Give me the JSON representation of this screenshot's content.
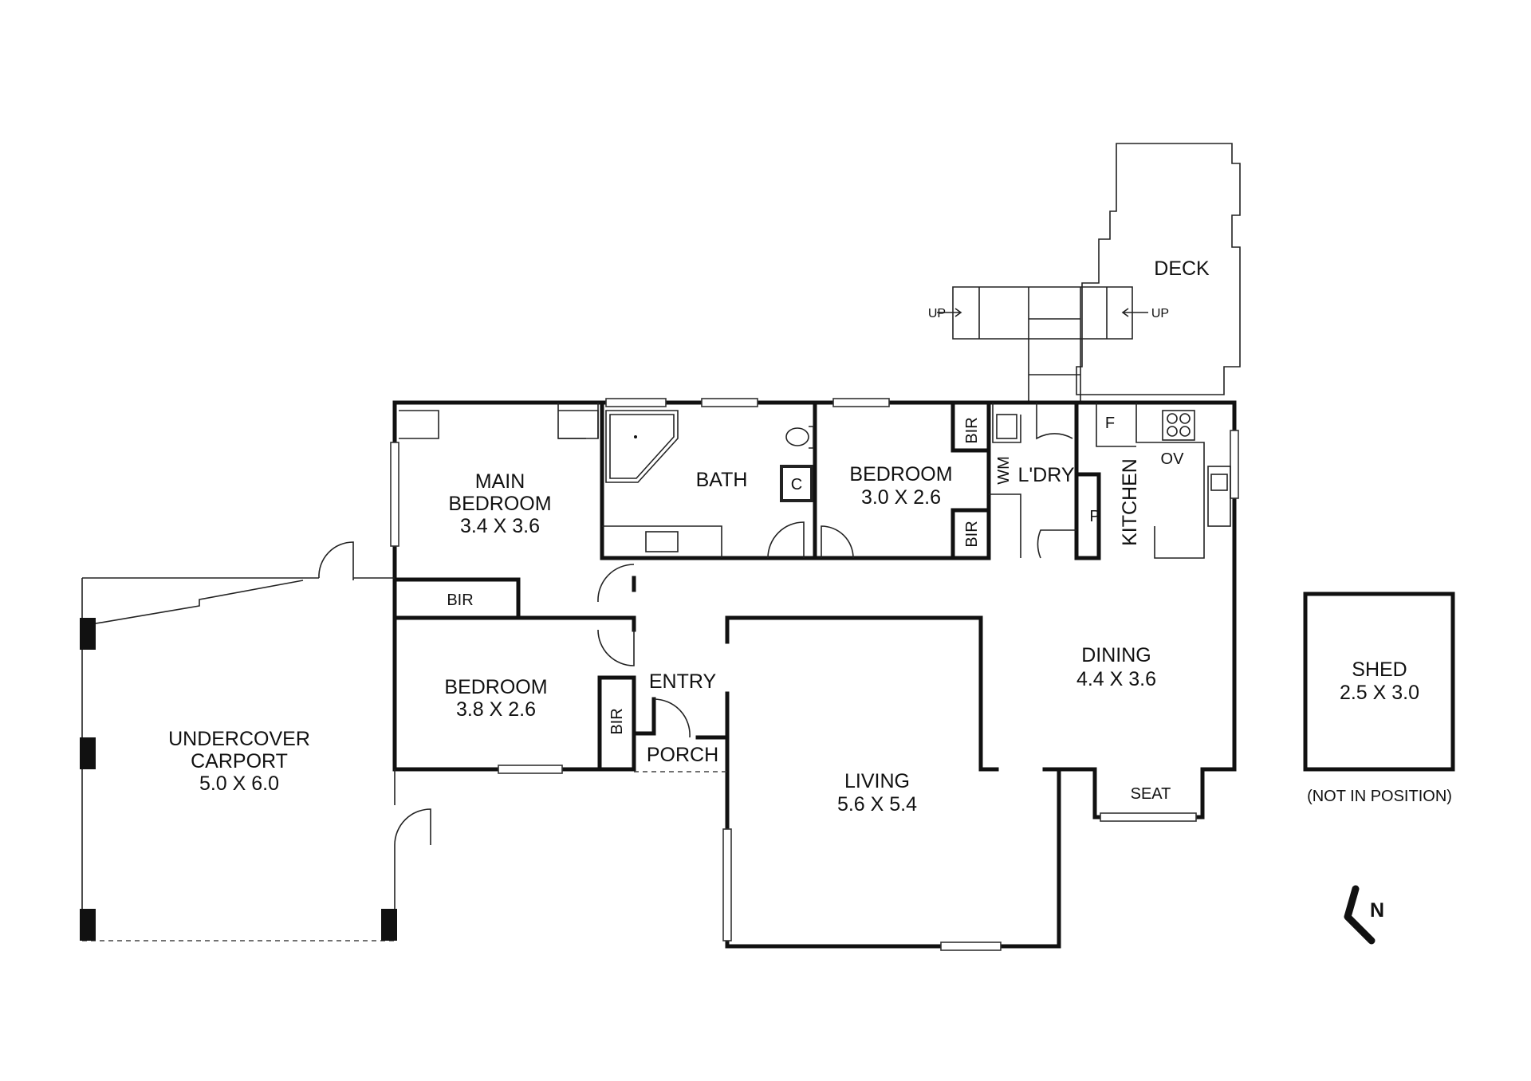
{
  "colors": {
    "wall": "#111111",
    "background": "#ffffff"
  },
  "rooms": {
    "deck": "DECK",
    "up_left": "UP",
    "up_right": "UP",
    "main_bedroom": {
      "name_line1": "MAIN",
      "name_line2": "BEDROOM",
      "size": "3.4 X 3.6"
    },
    "bath": "BATH",
    "bath_cupboard": "C",
    "bedroom_north": {
      "name": "BEDROOM",
      "size": "3.0 X 2.6"
    },
    "bir_top": "BIR",
    "bir_mid": "BIR",
    "wm": "WM",
    "laundry": "L'DRY",
    "fridge": "F",
    "oven": "OV",
    "pantry": "P",
    "kitchen": "KITCHEN",
    "bir_main": "BIR",
    "bedroom_south": {
      "name": "BEDROOM",
      "size": "3.8 X 2.6"
    },
    "bir_south": "BIR",
    "entry": "ENTRY",
    "porch": "PORCH",
    "dining": {
      "name": "DINING",
      "size": "4.4 X 3.6"
    },
    "living": {
      "name": "LIVING",
      "size": "5.6 X 5.4"
    },
    "seat": "SEAT",
    "carport": {
      "name_line1": "UNDERCOVER",
      "name_line2": "CARPORT",
      "size": "5.0 X 6.0"
    },
    "shed": {
      "name": "SHED",
      "size": "2.5 X 3.0",
      "note": "(NOT IN POSITION)"
    }
  },
  "compass": {
    "label": "N",
    "icon": "north-arrow-icon"
  }
}
